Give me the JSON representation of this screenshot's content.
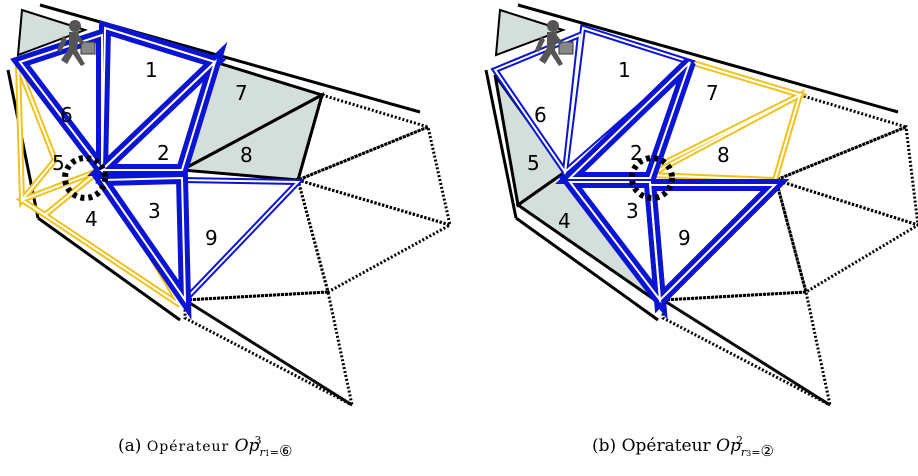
{
  "panels": [
    {
      "triangle_labels": [
        "1",
        "2",
        "3",
        "4",
        "5",
        "6",
        "7",
        "8",
        "9"
      ],
      "caption": {
        "letter": "(a)",
        "word": "Opérateur",
        "op": "Op",
        "sup": "3",
        "sub": "r",
        "sub_index": "1",
        "equals": "=",
        "circled": "⑥"
      }
    },
    {
      "triangle_labels": [
        "1",
        "2",
        "3",
        "4",
        "5",
        "6",
        "7",
        "8",
        "9"
      ],
      "caption": {
        "letter": "(b)",
        "word": "Opérateur",
        "op": "Op",
        "sup": "2",
        "sub": "r",
        "sub_index": "3",
        "equals": "=",
        "circled": "②"
      }
    }
  ],
  "colors": {
    "blue": "#0a14d2",
    "yellow": "#f2c21b",
    "gray_fill": "#d4dfdc",
    "black": "#000000"
  },
  "icons": [
    "walking-person-with-briefcase-icon",
    "dashed-circle-marker-icon"
  ]
}
